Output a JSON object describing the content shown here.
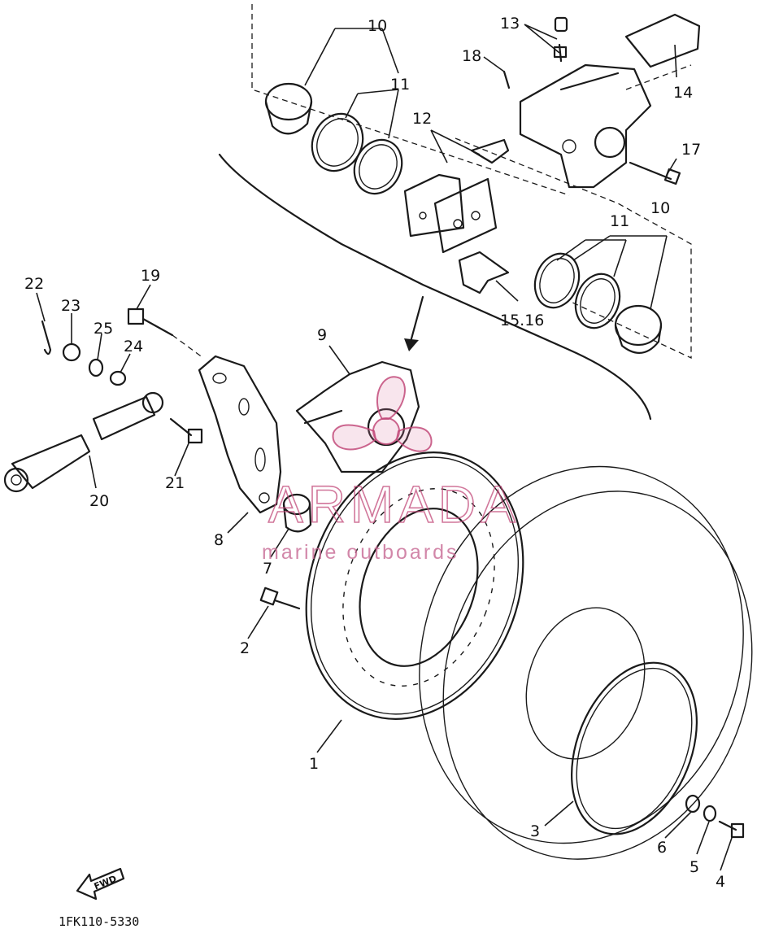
{
  "diagram": {
    "callouts": {
      "c1": "1",
      "c2": "2",
      "c3": "3",
      "c4": "4",
      "c5": "5",
      "c6": "6",
      "c7": "7",
      "c8": "8",
      "c9": "9",
      "c10a": "10",
      "c10b": "10",
      "c11a": "11",
      "c11b": "11",
      "c12": "12",
      "c13": "13",
      "c14": "14",
      "c1516": "15.16",
      "c17": "17",
      "c18": "18",
      "c19": "19",
      "c20": "20",
      "c21": "21",
      "c22": "22",
      "c23": "23",
      "c24": "24",
      "c25": "25"
    },
    "fwd_label": "FWD",
    "part_number": "1FK110-5330"
  },
  "watermark": {
    "brand": "ARMADA",
    "tagline": "marine outboards",
    "color": "#c24a7a"
  }
}
